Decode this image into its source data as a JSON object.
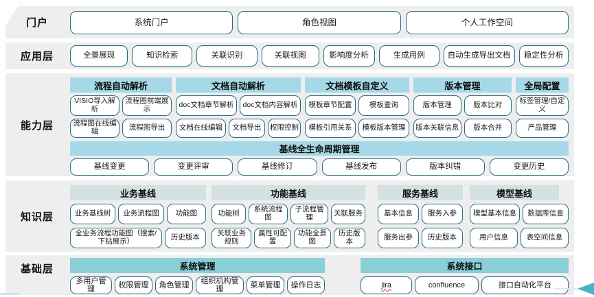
{
  "colors": {
    "band_background": "#eeeeee",
    "group_header_blue": "#a6d9e7",
    "knowledge_header_pale": "#d3e1e2",
    "foundation_header_teal": "#8aced7",
    "node_border_teal": "#2a6b80",
    "arrow_teal": "#49b3c8",
    "spellcheck_red": "#e03131"
  },
  "layers": {
    "portal": {
      "label": "门户",
      "buttons": [
        "系统门户",
        "角色视图",
        "个人工作空间"
      ]
    },
    "application": {
      "label": "应用层",
      "buttons": [
        "全景展现",
        "知识检索",
        "关联识别",
        "关联视图",
        "影响度分析",
        "生成用例",
        "自动生成导出文档",
        "稳定性分析"
      ]
    },
    "capability": {
      "label": "能力层",
      "groups": [
        {
          "title": "流程自动解析",
          "rows": [
            [
              "VISIO导入解析",
              "流程图前端展示"
            ],
            [
              "流程图在线编辑",
              "流程图导出"
            ]
          ]
        },
        {
          "title": "文档自动解析",
          "rows": [
            [
              "doc文档章节解析",
              "doc文档内容解析"
            ],
            [
              "文档在线编辑",
              "文档导出",
              "权限控制"
            ]
          ]
        },
        {
          "title": "文档模板自定义",
          "rows": [
            [
              "模板章节配置",
              "模板查询"
            ],
            [
              "模板引用关系",
              "模板版本管理"
            ]
          ]
        },
        {
          "title": "版本管理",
          "rows": [
            [
              "版本管理",
              "版本比对"
            ],
            [
              "版本关联信息",
              "版本合并"
            ]
          ]
        },
        {
          "title": "全局配置",
          "rows": [
            [
              "标签管理/自定义"
            ],
            [
              "产品管理"
            ]
          ]
        }
      ],
      "baseline": {
        "title": "基线全生命周期管理",
        "buttons": [
          "基线变更",
          "变更评审",
          "基线修订",
          "基线发布",
          "版本纠错",
          "变更历史"
        ]
      }
    },
    "knowledge": {
      "label": "知识层",
      "groups": [
        {
          "title": "业务基线",
          "rows": [
            [
              "业务基线树",
              "业务流程图",
              "功能图"
            ],
            [
              "全业务流程功能图（搜索/下钻展示）",
              "历史版本"
            ]
          ]
        },
        {
          "title": "功能基线",
          "rows": [
            [
              "功能树",
              "系统流程图",
              "子流程管理",
              "关联服务"
            ],
            [
              "关联业务规则",
              "属性可配置",
              "功能全景图",
              "历史版本"
            ]
          ]
        },
        {
          "title": "服务基线",
          "rows": [
            [
              "基本信息",
              "服务入参"
            ],
            [
              "服务出参",
              "历史版本"
            ]
          ]
        },
        {
          "title": "模型基线",
          "rows": [
            [
              "模型基本信息",
              "数据库信息"
            ],
            [
              "用户信息",
              "表空间信息"
            ]
          ]
        }
      ]
    },
    "foundation": {
      "label": "基础层",
      "groups": [
        {
          "title": "系统管理",
          "buttons": [
            "多用户管理",
            "权限管理",
            "角色管理",
            "组织机构管理",
            "菜单管理",
            "操作日志"
          ]
        },
        {
          "title": "系统接口",
          "buttons": [
            "jira",
            "confluence",
            "接口自动化平台"
          ]
        }
      ]
    }
  }
}
